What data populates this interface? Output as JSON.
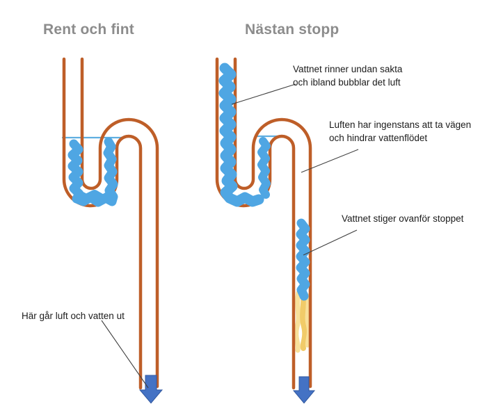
{
  "left_diagram": {
    "title": "Rent och fint",
    "label_outlet": "Här går luft och vatten ut"
  },
  "right_diagram": {
    "title": "Nästan stopp",
    "label_slow_drain": "Vattnet rinner undan sakta\noch ibland bubblar det luft",
    "label_trapped_air": "Luften har ingenstans att ta vägen\noch hindrar vattenflödet",
    "label_rising_water": "Vattnet stiger ovanför stoppet"
  },
  "colors": {
    "pipe": "#be5e28",
    "water": "#4fa6e3",
    "water_line": "#5faee0",
    "clog_light": "#f8e09a",
    "clog_mid": "#f1cb69",
    "arrow_fill": "#4472c4",
    "arrow_border": "#31589f",
    "title": "#8c8c8c",
    "text": "#1b1b1b",
    "leader": "#404040"
  }
}
